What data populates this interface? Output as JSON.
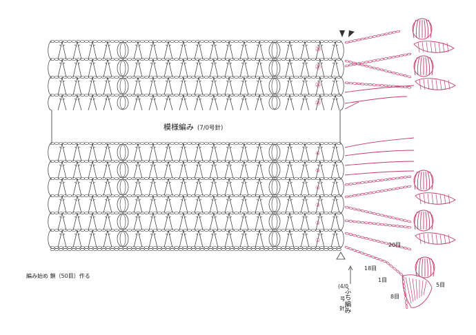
{
  "title": "模様編み",
  "needle_main": "(7/0号針)",
  "foundation_note": "編み始め 鎖（50目）作る",
  "edging_label": "ふち編み",
  "edging_needle": [
    "(4/0",
    "号",
    "針)"
  ],
  "rows_top": [
    "㉘",
    "㉗",
    "㉖",
    "㉕"
  ],
  "rows_bottom": [
    "⑥",
    "⑤",
    "④",
    "③",
    "②",
    "①"
  ],
  "stitch_counts": [
    "20目",
    "18目",
    "1目",
    "5目",
    "8目"
  ],
  "colors": {
    "stitch": "#333333",
    "edging": "#c23a66"
  }
}
